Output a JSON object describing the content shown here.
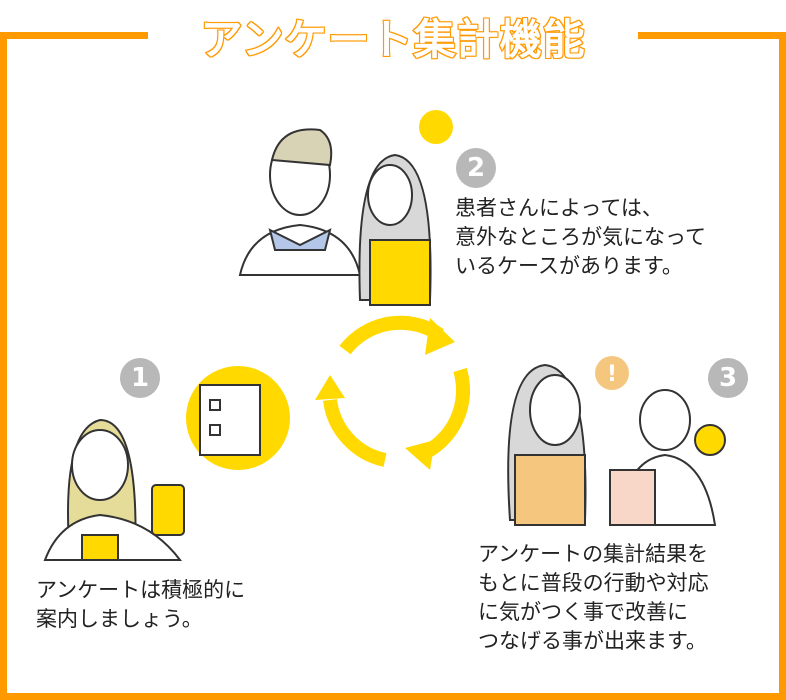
{
  "title": "アンケート集計機能",
  "steps": [
    {
      "number": "1",
      "text": "アンケートは積極的に\n案内しましょう。"
    },
    {
      "number": "2",
      "text": "患者さんによっては、\n意外なところが気になって\nいるケースがあります。"
    },
    {
      "number": "3",
      "text": "アンケートの集計結果を\nもとに普段の行動や対応\nに気がつく事で改善に\nつなげる事が出来ます。"
    }
  ],
  "colors": {
    "frame": "#ff9900",
    "accent": "#ffd900",
    "number": "#b8b8b8"
  }
}
